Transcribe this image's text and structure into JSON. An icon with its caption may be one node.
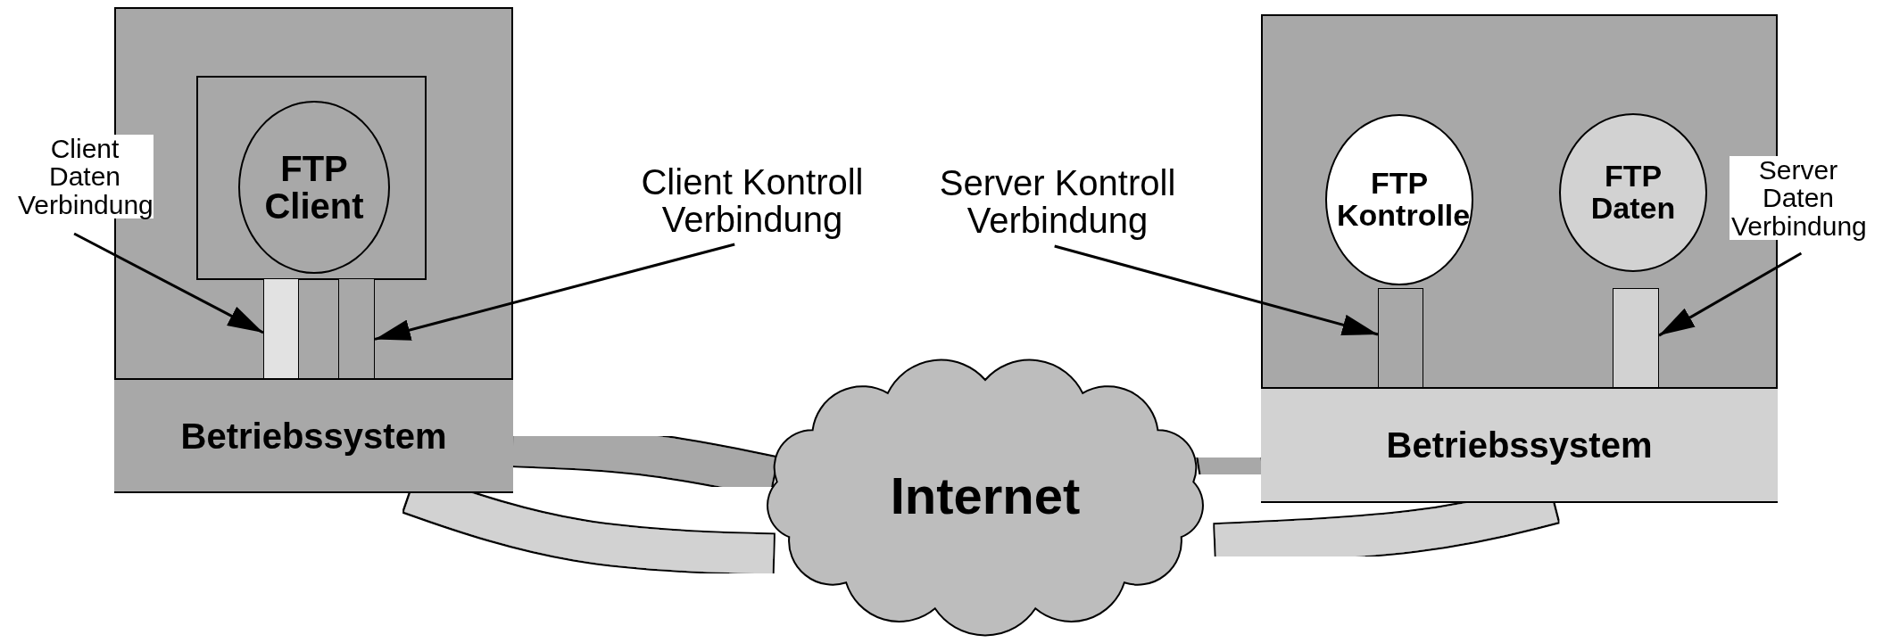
{
  "diagram": {
    "nodes": [
      {
        "text": [],
        "shape": "box"
      },
      {
        "text": [],
        "shape": "box",
        "in": 0
      },
      {
        "text": [
          "FTP Client"
        ],
        "in": 1
      },
      {
        "text": [],
        "shape": "bar",
        "in": 0
      },
      {
        "text": [],
        "shape": "bar",
        "in": 0
      },
      {
        "text": [
          "Betriebssystem"
        ],
        "in": 0
      },
      {
        "text": [
          "Internet"
        ]
      },
      {
        "text": [],
        "shape": "box"
      },
      {
        "text": [
          "FTP Kontrolle"
        ],
        "in": 7
      },
      {
        "text": [
          "FTP Daten"
        ],
        "in": 7
      },
      {
        "text": [],
        "shape": "bar",
        "in": 7
      },
      {
        "text": [],
        "shape": "bar",
        "in": 7
      },
      {
        "text": [
          "Betriebssystem"
        ],
        "in": 7
      },
      {
        "text": [
          "Client Daten Verbindung"
        ]
      },
      {
        "text": [
          "Client Kontroll Verbindung"
        ]
      },
      {
        "text": [
          "Server Kontroll Verbindung"
        ]
      },
      {
        "text": [
          "Server Daten Verbindung"
        ]
      }
    ],
    "edges": [
      {
        "from": 13,
        "to": 3,
        "arrow": "to"
      },
      {
        "from": 14,
        "to": 4,
        "arrow": "to"
      },
      {
        "from": 15,
        "to": 10,
        "arrow": "to"
      },
      {
        "from": 16,
        "to": 11,
        "arrow": "to"
      },
      {
        "from": 5,
        "to": 6,
        "arrow": "none",
        "style": "thick",
        "color": "#a8a8a8"
      },
      {
        "from": 5,
        "to": 6,
        "arrow": "none",
        "style": "thick",
        "color": "#d2d2d2"
      },
      {
        "from": 6,
        "to": 12,
        "arrow": "none",
        "style": "thick",
        "color": "#a8a8a8"
      },
      {
        "from": 6,
        "to": 12,
        "arrow": "none",
        "style": "thick",
        "color": "#d2d2d2"
      }
    ]
  }
}
